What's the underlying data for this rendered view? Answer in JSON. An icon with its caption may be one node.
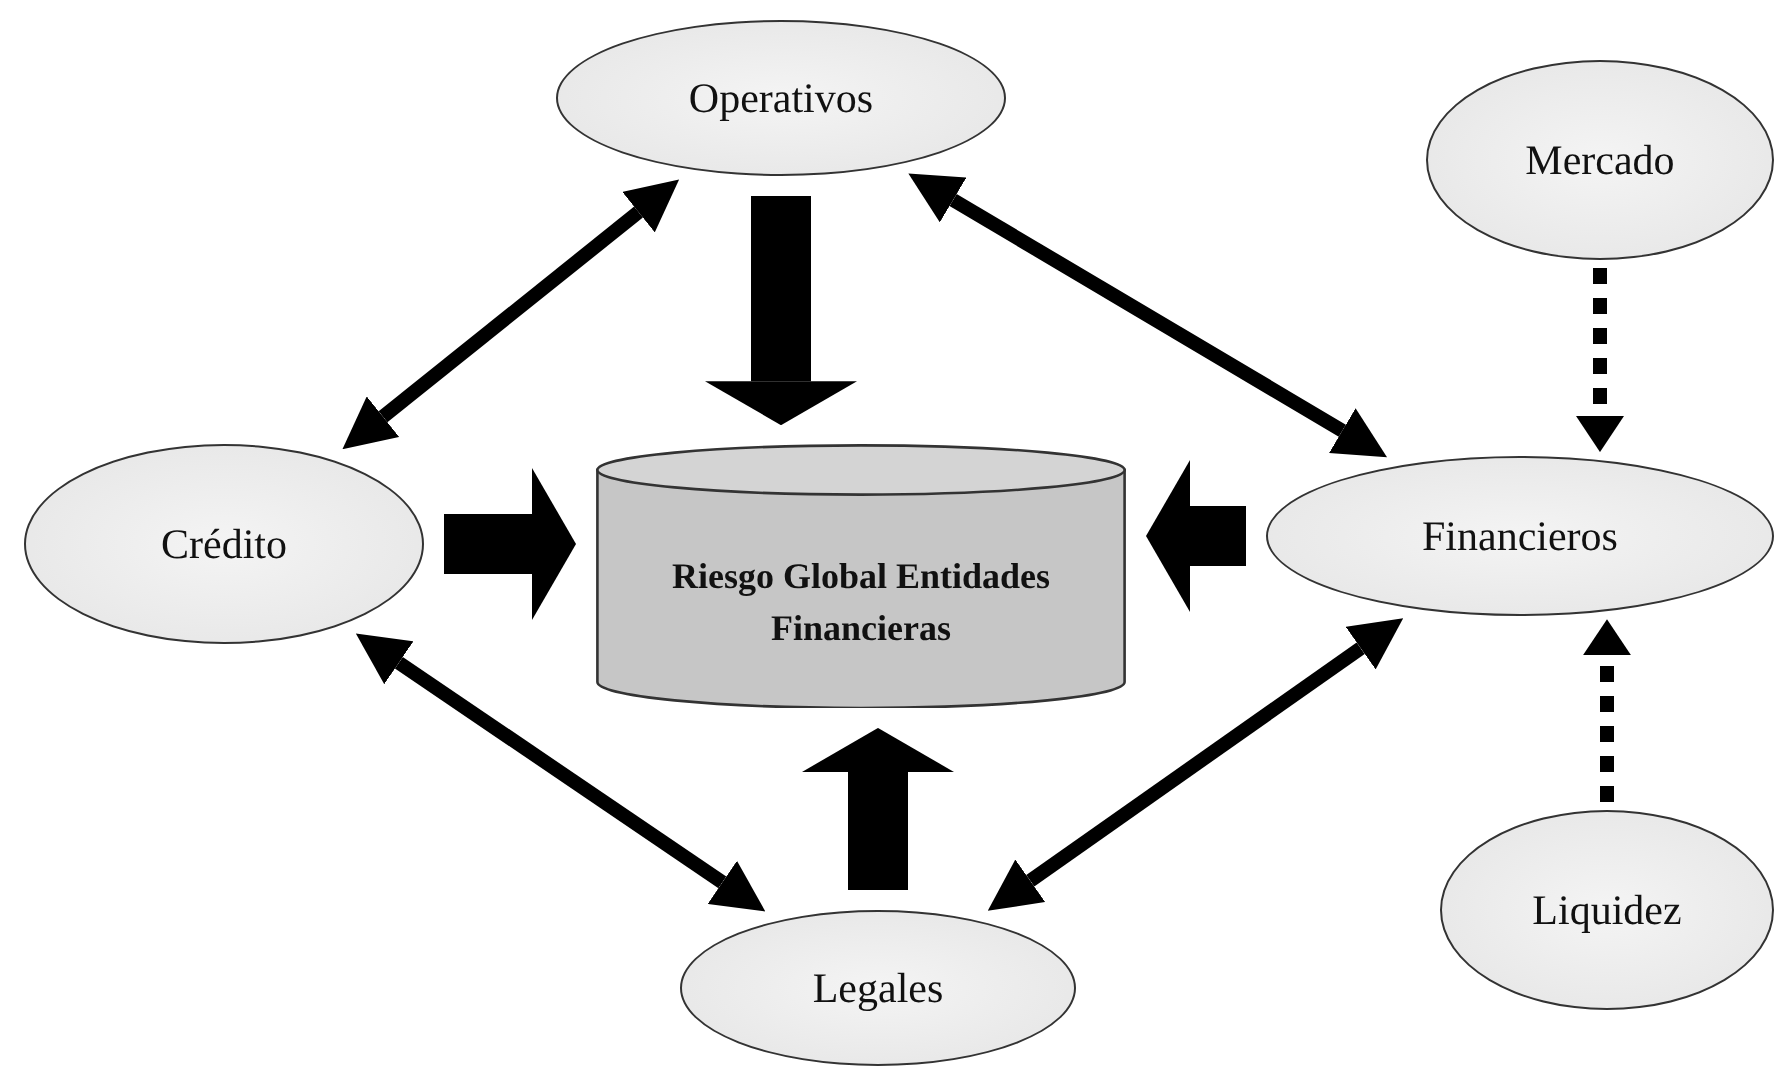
{
  "diagram": {
    "nodes": [
      {
        "text": [
          "Operativos"
        ]
      },
      {
        "text": [
          "Mercado"
        ]
      },
      {
        "text": [
          "Crédito"
        ]
      },
      {
        "text": [
          "Riesgo Global Entidades Financieras"
        ]
      },
      {
        "text": [
          "Financieros"
        ]
      },
      {
        "text": [
          "Legales"
        ]
      },
      {
        "text": [
          "Liquidez"
        ]
      }
    ],
    "edges": [
      {
        "from": 2,
        "to": 0,
        "arrow": "both"
      },
      {
        "from": 0,
        "to": 4,
        "arrow": "both"
      },
      {
        "from": 0,
        "to": 3,
        "arrow": "to",
        "style": "thick"
      },
      {
        "from": 1,
        "to": 4,
        "arrow": "to",
        "style": "dashed"
      },
      {
        "from": 2,
        "to": 3,
        "arrow": "to",
        "style": "thick"
      },
      {
        "from": 4,
        "to": 3,
        "arrow": "to",
        "style": "thick"
      },
      {
        "from": 5,
        "to": 3,
        "arrow": "to",
        "style": "thick"
      },
      {
        "from": 2,
        "to": 5,
        "arrow": "both"
      },
      {
        "from": 5,
        "to": 4,
        "arrow": "both"
      },
      {
        "from": 6,
        "to": 4,
        "arrow": "to",
        "style": "dashed"
      }
    ]
  }
}
